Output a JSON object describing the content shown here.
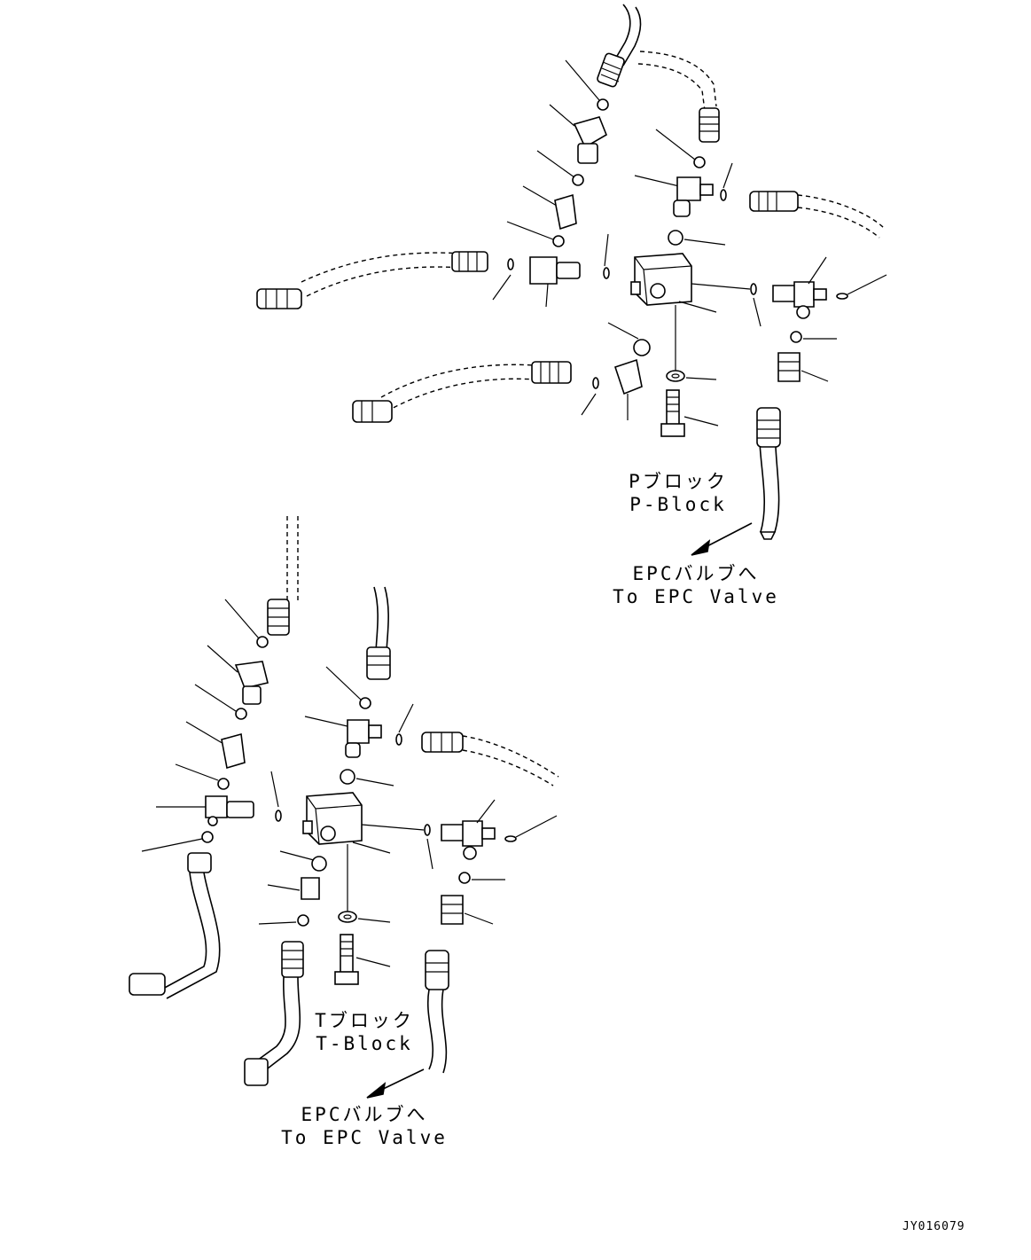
{
  "p_block": {
    "label_jp": "Pブロック",
    "label_en": "P-Block"
  },
  "p_block_dest": {
    "label_jp": "EPCバルブへ",
    "label_en": "To EPC Valve"
  },
  "t_block": {
    "label_jp": "Tブロック",
    "label_en": "T-Block"
  },
  "t_block_dest": {
    "label_jp": "EPCバルブへ",
    "label_en": "To EPC Valve"
  },
  "drawing_code": "JY016079",
  "colors": {
    "line": "#000000",
    "background": "#ffffff"
  }
}
